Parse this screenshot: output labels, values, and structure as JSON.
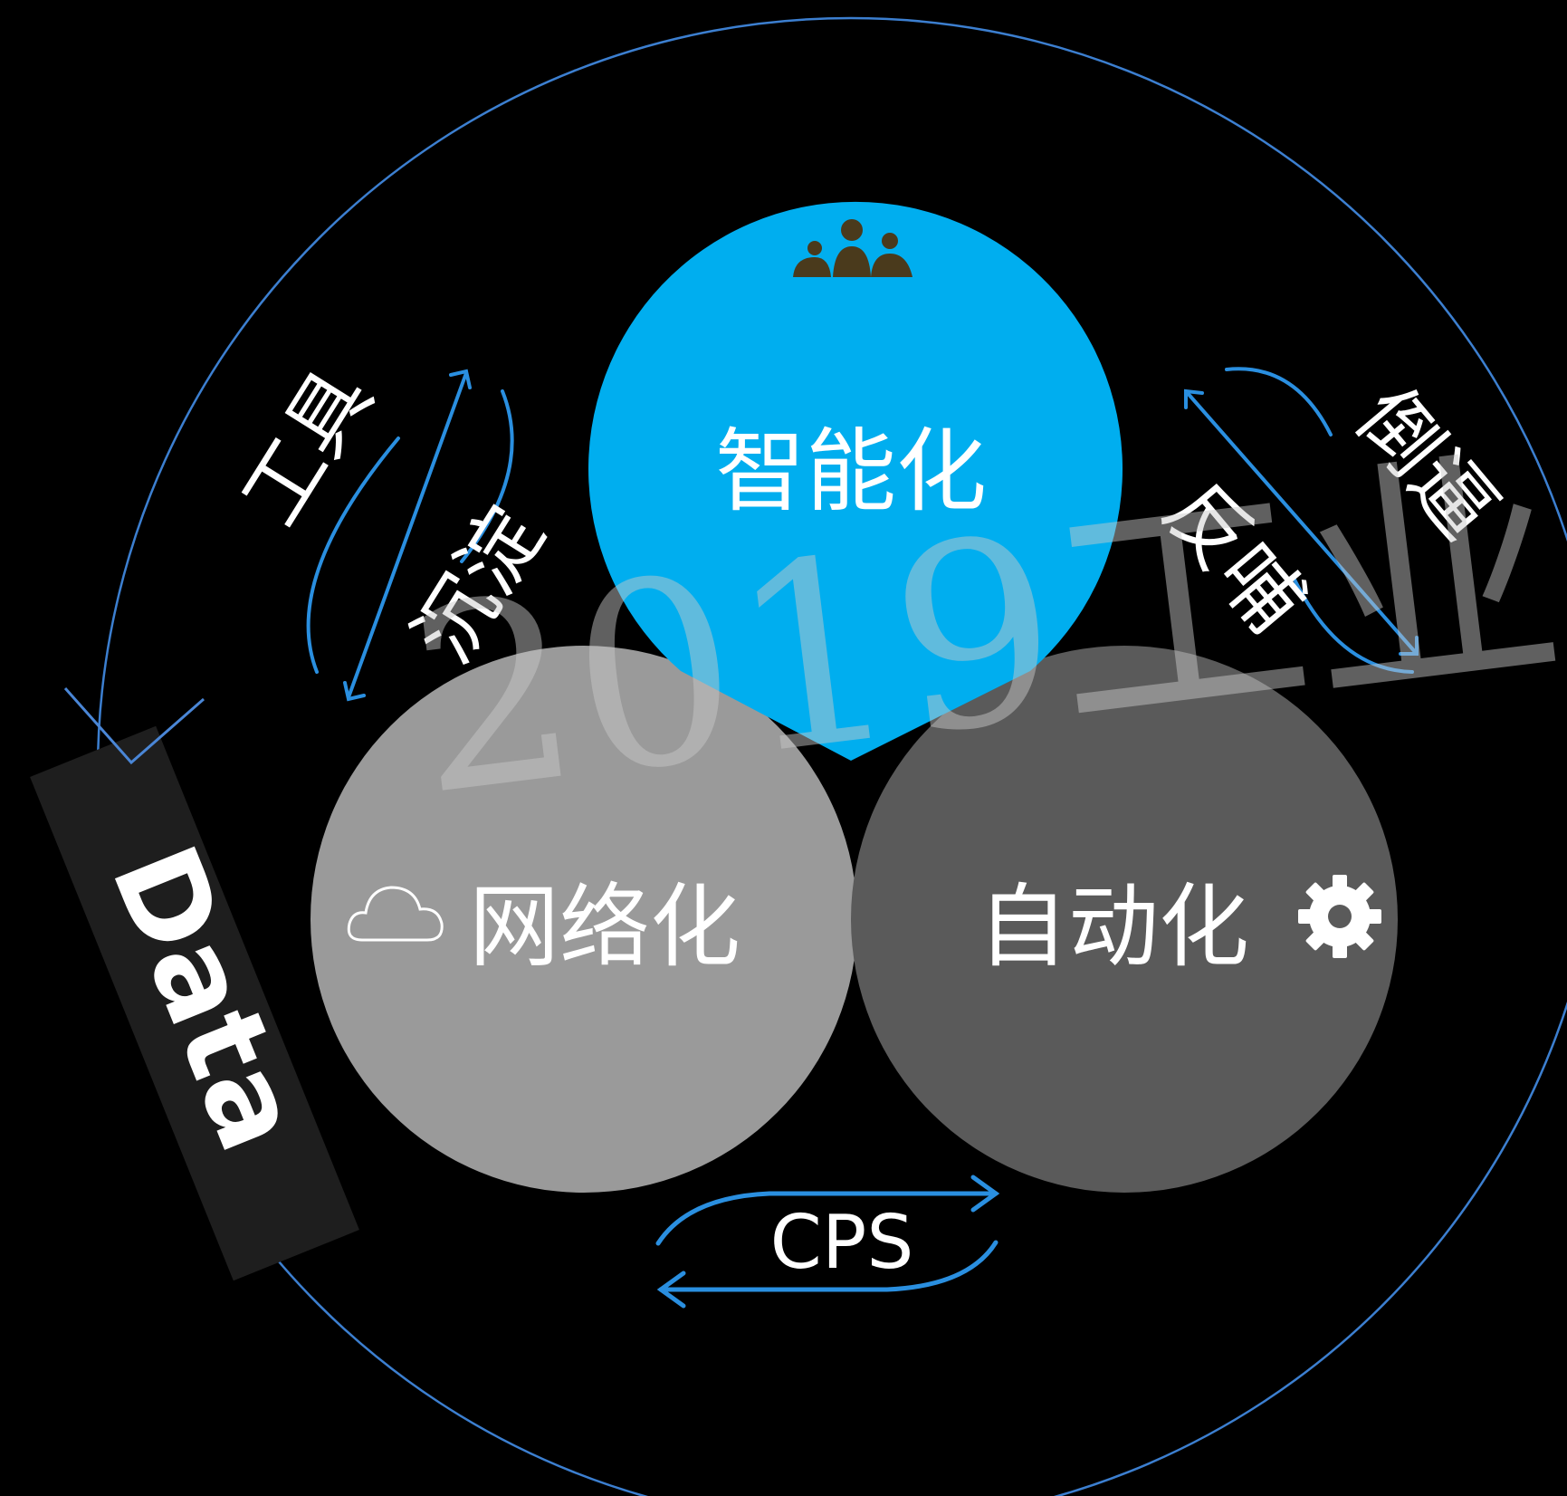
{
  "diagram": {
    "center_labels": {
      "top": "智能化",
      "left": "网络化",
      "right": "自动化"
    },
    "edge_labels": {
      "upper_left_outer": "工具",
      "upper_left_inner": "沉淀",
      "upper_right_inner": "反哺",
      "upper_right_outer": "倒逼",
      "bottom": "CPS"
    },
    "ribbon_label": "Data",
    "watermark": "2019工业",
    "icons": {
      "top": "people-group-icon",
      "left": "cloud-icon",
      "right": "gear-icon"
    },
    "colors": {
      "background": "#000000",
      "top_circle": "#00AEEF",
      "left_circle": "#9A9A9A",
      "right_circle": "#5A5A5A",
      "ring": "#3C7FD0",
      "arrow": "#2A8FE0",
      "ribbon": "#1E1E1E",
      "icon_dark": "#4A3A1C"
    }
  }
}
